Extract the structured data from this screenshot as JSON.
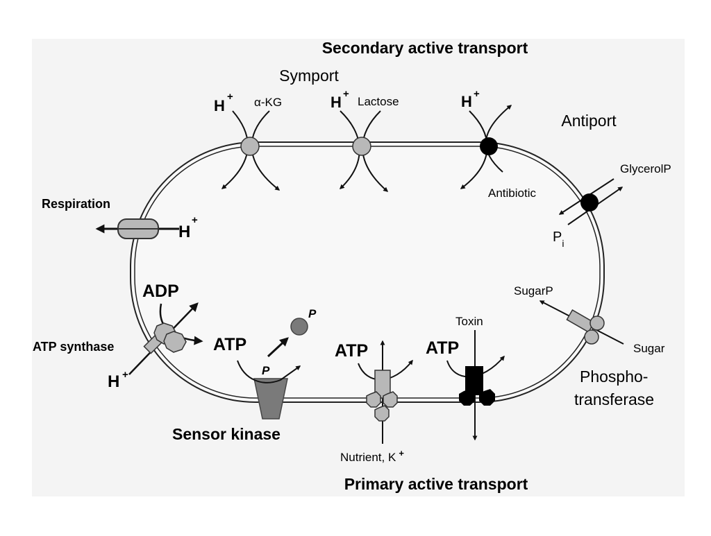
{
  "colors": {
    "background": "#f4f4f4",
    "membrane_stroke": "#222222",
    "gray_protein": "#b8b8b8",
    "dark_gray_protein": "#7a7a7a",
    "black_protein": "#000000",
    "arrow": "#111111"
  },
  "headings": {
    "secondary": "Secondary active transport",
    "primary": "Primary active transport"
  },
  "symport": {
    "title": "Symport",
    "h_ion_1": "H",
    "h_sup_1": "+",
    "akg": "α-KG",
    "h_ion_2": "H",
    "h_sup_2": "+",
    "lactose": "Lactose"
  },
  "antiport": {
    "title": "Antiport",
    "h_ion": "H",
    "h_sup": "+",
    "antibiotic": "Antibiotic",
    "glycerolp": "GlycerolP",
    "pi": "P",
    "pi_sub": "i"
  },
  "respiration": {
    "label": "Respiration",
    "h_ion": "H",
    "h_sup": "+"
  },
  "atp_synthase": {
    "label": "ATP synthase",
    "adp": "ADP",
    "atp": "ATP",
    "h_ion": "H",
    "h_sup": "+"
  },
  "sensor_kinase": {
    "label": "Sensor kinase",
    "p_inner": "P",
    "p_outer": "P"
  },
  "primary": {
    "atp_1": "ATP",
    "atp_2": "ATP",
    "toxin": "Toxin",
    "nutrient": "Nutrient, K",
    "nutrient_sup": "+"
  },
  "phosphotransferase": {
    "label_line1": "Phospho-",
    "label_line2": "transferase",
    "sugarp": "SugarP",
    "sugar": "Sugar"
  }
}
